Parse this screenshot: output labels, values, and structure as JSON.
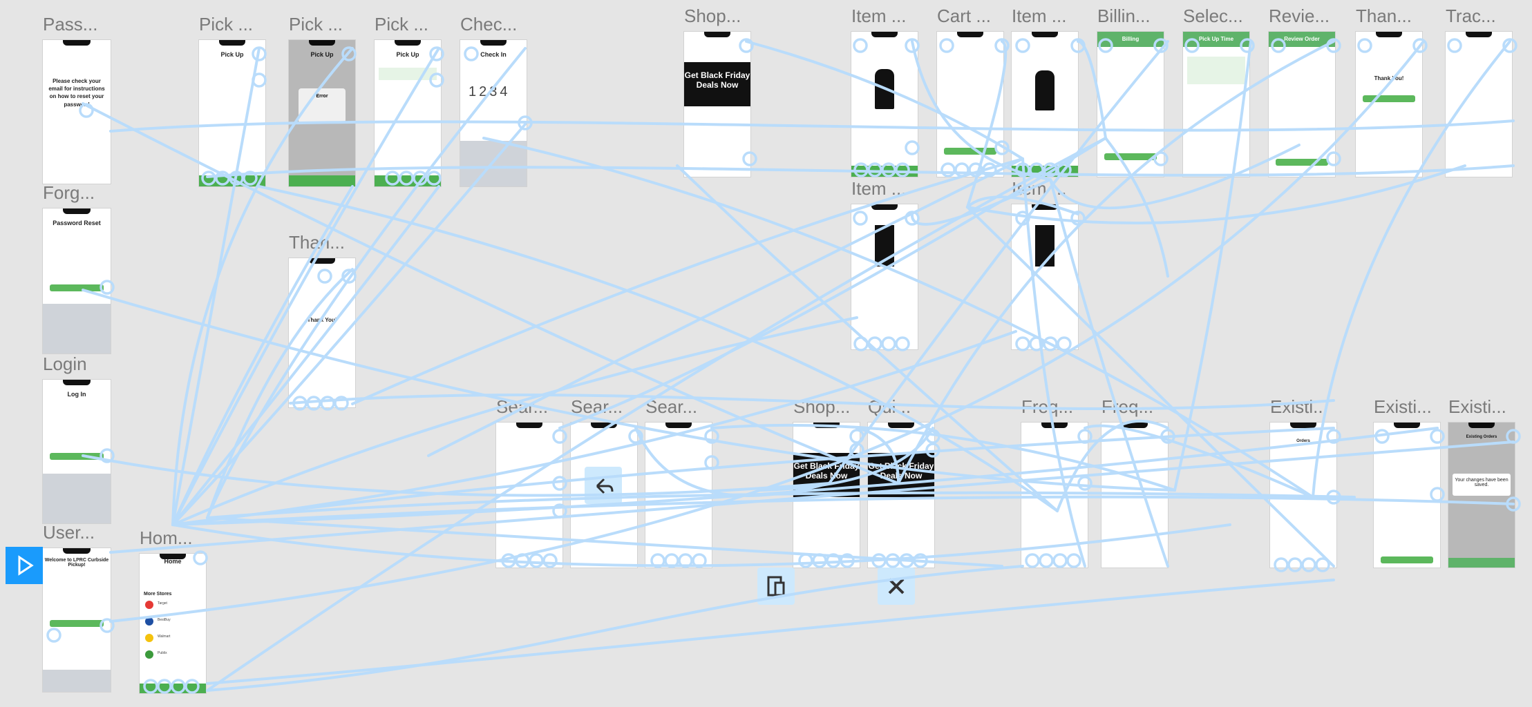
{
  "canvas": {
    "background": "#e5e5e5",
    "wire_color": "#b9dcfb",
    "accent": "#1a9bfc"
  },
  "frames": {
    "password_reset": {
      "title": "Pass...",
      "body": "Please check your email for instructions on how to reset your password"
    },
    "forgot": {
      "title": "Forg...",
      "heading": "Password Reset"
    },
    "login": {
      "title": "Login",
      "heading": "Log In"
    },
    "user": {
      "title": "User...",
      "heading": "Welcome to LPRC Curbside Pickup!"
    },
    "home": {
      "title": "Hom...",
      "heading": "Home",
      "more_stores": "More Stores",
      "stores": [
        "Target",
        "BestBuy",
        "Walmart",
        "Publix"
      ]
    },
    "pickup1": {
      "title": "Pick ...",
      "heading": "Pick Up"
    },
    "pickup2": {
      "title": "Pick ...",
      "heading": "Pick Up",
      "error": "Error"
    },
    "pickup3": {
      "title": "Pick ...",
      "heading": "Pick Up"
    },
    "checkin": {
      "title": "Chec...",
      "heading": "Check In",
      "digits": [
        "1",
        "2",
        "3",
        "4"
      ]
    },
    "thanks_left": {
      "title": "Than...",
      "body": "Thank You!"
    },
    "shop": {
      "title": "Shop...",
      "banner": "Get Black Friday Deals Now"
    },
    "item1": {
      "title": "Item ..."
    },
    "cart": {
      "title": "Cart ..."
    },
    "item2": {
      "title": "Item ..."
    },
    "billing": {
      "title": "Billin...",
      "heading": "Billing"
    },
    "select": {
      "title": "Selec...",
      "heading": "Pick Up Time"
    },
    "review": {
      "title": "Revie...",
      "heading": "Review Order"
    },
    "thanks_right": {
      "title": "Than...",
      "body": "Thank You!"
    },
    "track": {
      "title": "Trac..."
    },
    "item3": {
      "title": "Item ..."
    },
    "item4": {
      "title": "Item ..."
    },
    "search1": {
      "title": "Sear..."
    },
    "search2": {
      "title": "Sear..."
    },
    "search3": {
      "title": "Sear..."
    },
    "shop2": {
      "title": "Shop...",
      "banner": "Get Black Friday Deals Now"
    },
    "quick": {
      "title": "Qui...",
      "banner": "Get Black Friday Deals Now"
    },
    "freq1": {
      "title": "Freq..."
    },
    "freq2": {
      "title": "Freq..."
    },
    "existing1": {
      "title": "Existi...",
      "heading": "Orders"
    },
    "existing2": {
      "title": "Existi..."
    },
    "existing3": {
      "title": "Existi...",
      "heading": "Existing Orders",
      "toast": "Your changes have been saved."
    }
  },
  "tools": {
    "play": "play-icon",
    "device": "device-icon",
    "close": "close-icon",
    "back": "back-arrow-icon"
  }
}
